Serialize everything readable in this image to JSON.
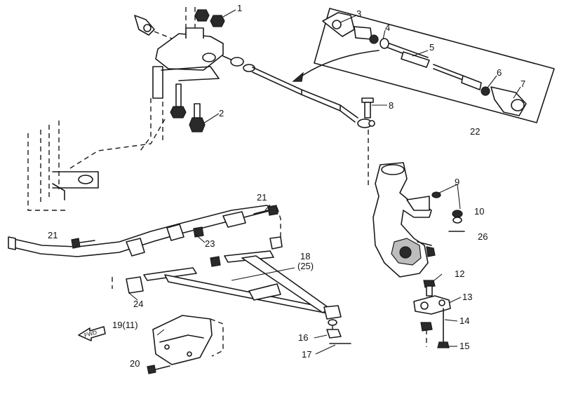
{
  "diagram": {
    "callouts": {
      "c1": "1",
      "c2": "2",
      "c3": "3",
      "c4": "4",
      "c5": "5",
      "c6": "6",
      "c7": "7",
      "c8": "8",
      "c9": "9",
      "c10": "10",
      "c12": "12",
      "c13": "13",
      "c14": "14",
      "c15": "15",
      "c16": "16",
      "c17": "17",
      "c18": "18",
      "c18b": "(25)",
      "c19": "19(11)",
      "c20": "20",
      "c21a": "21",
      "c21b": "21",
      "c22": "22",
      "c23": "23",
      "c24": "24",
      "c26": "26"
    },
    "forward_label": "FWD"
  }
}
